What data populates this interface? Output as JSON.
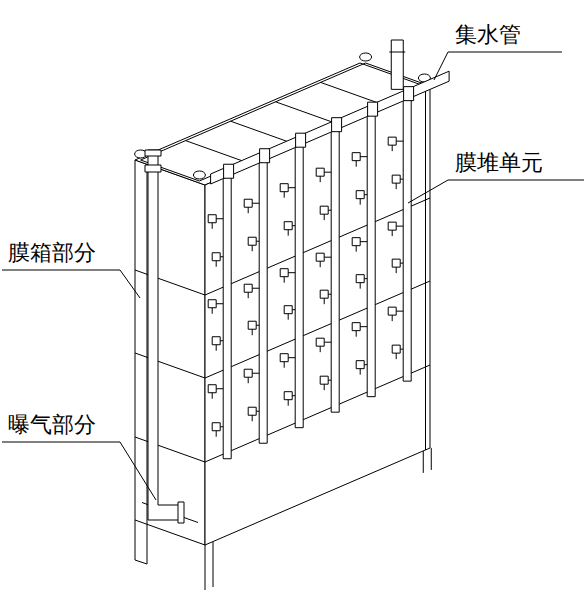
{
  "diagram": {
    "labels": [
      "集水管",
      "膜堆单元",
      "膜箱部分",
      "曝气部分"
    ]
  }
}
